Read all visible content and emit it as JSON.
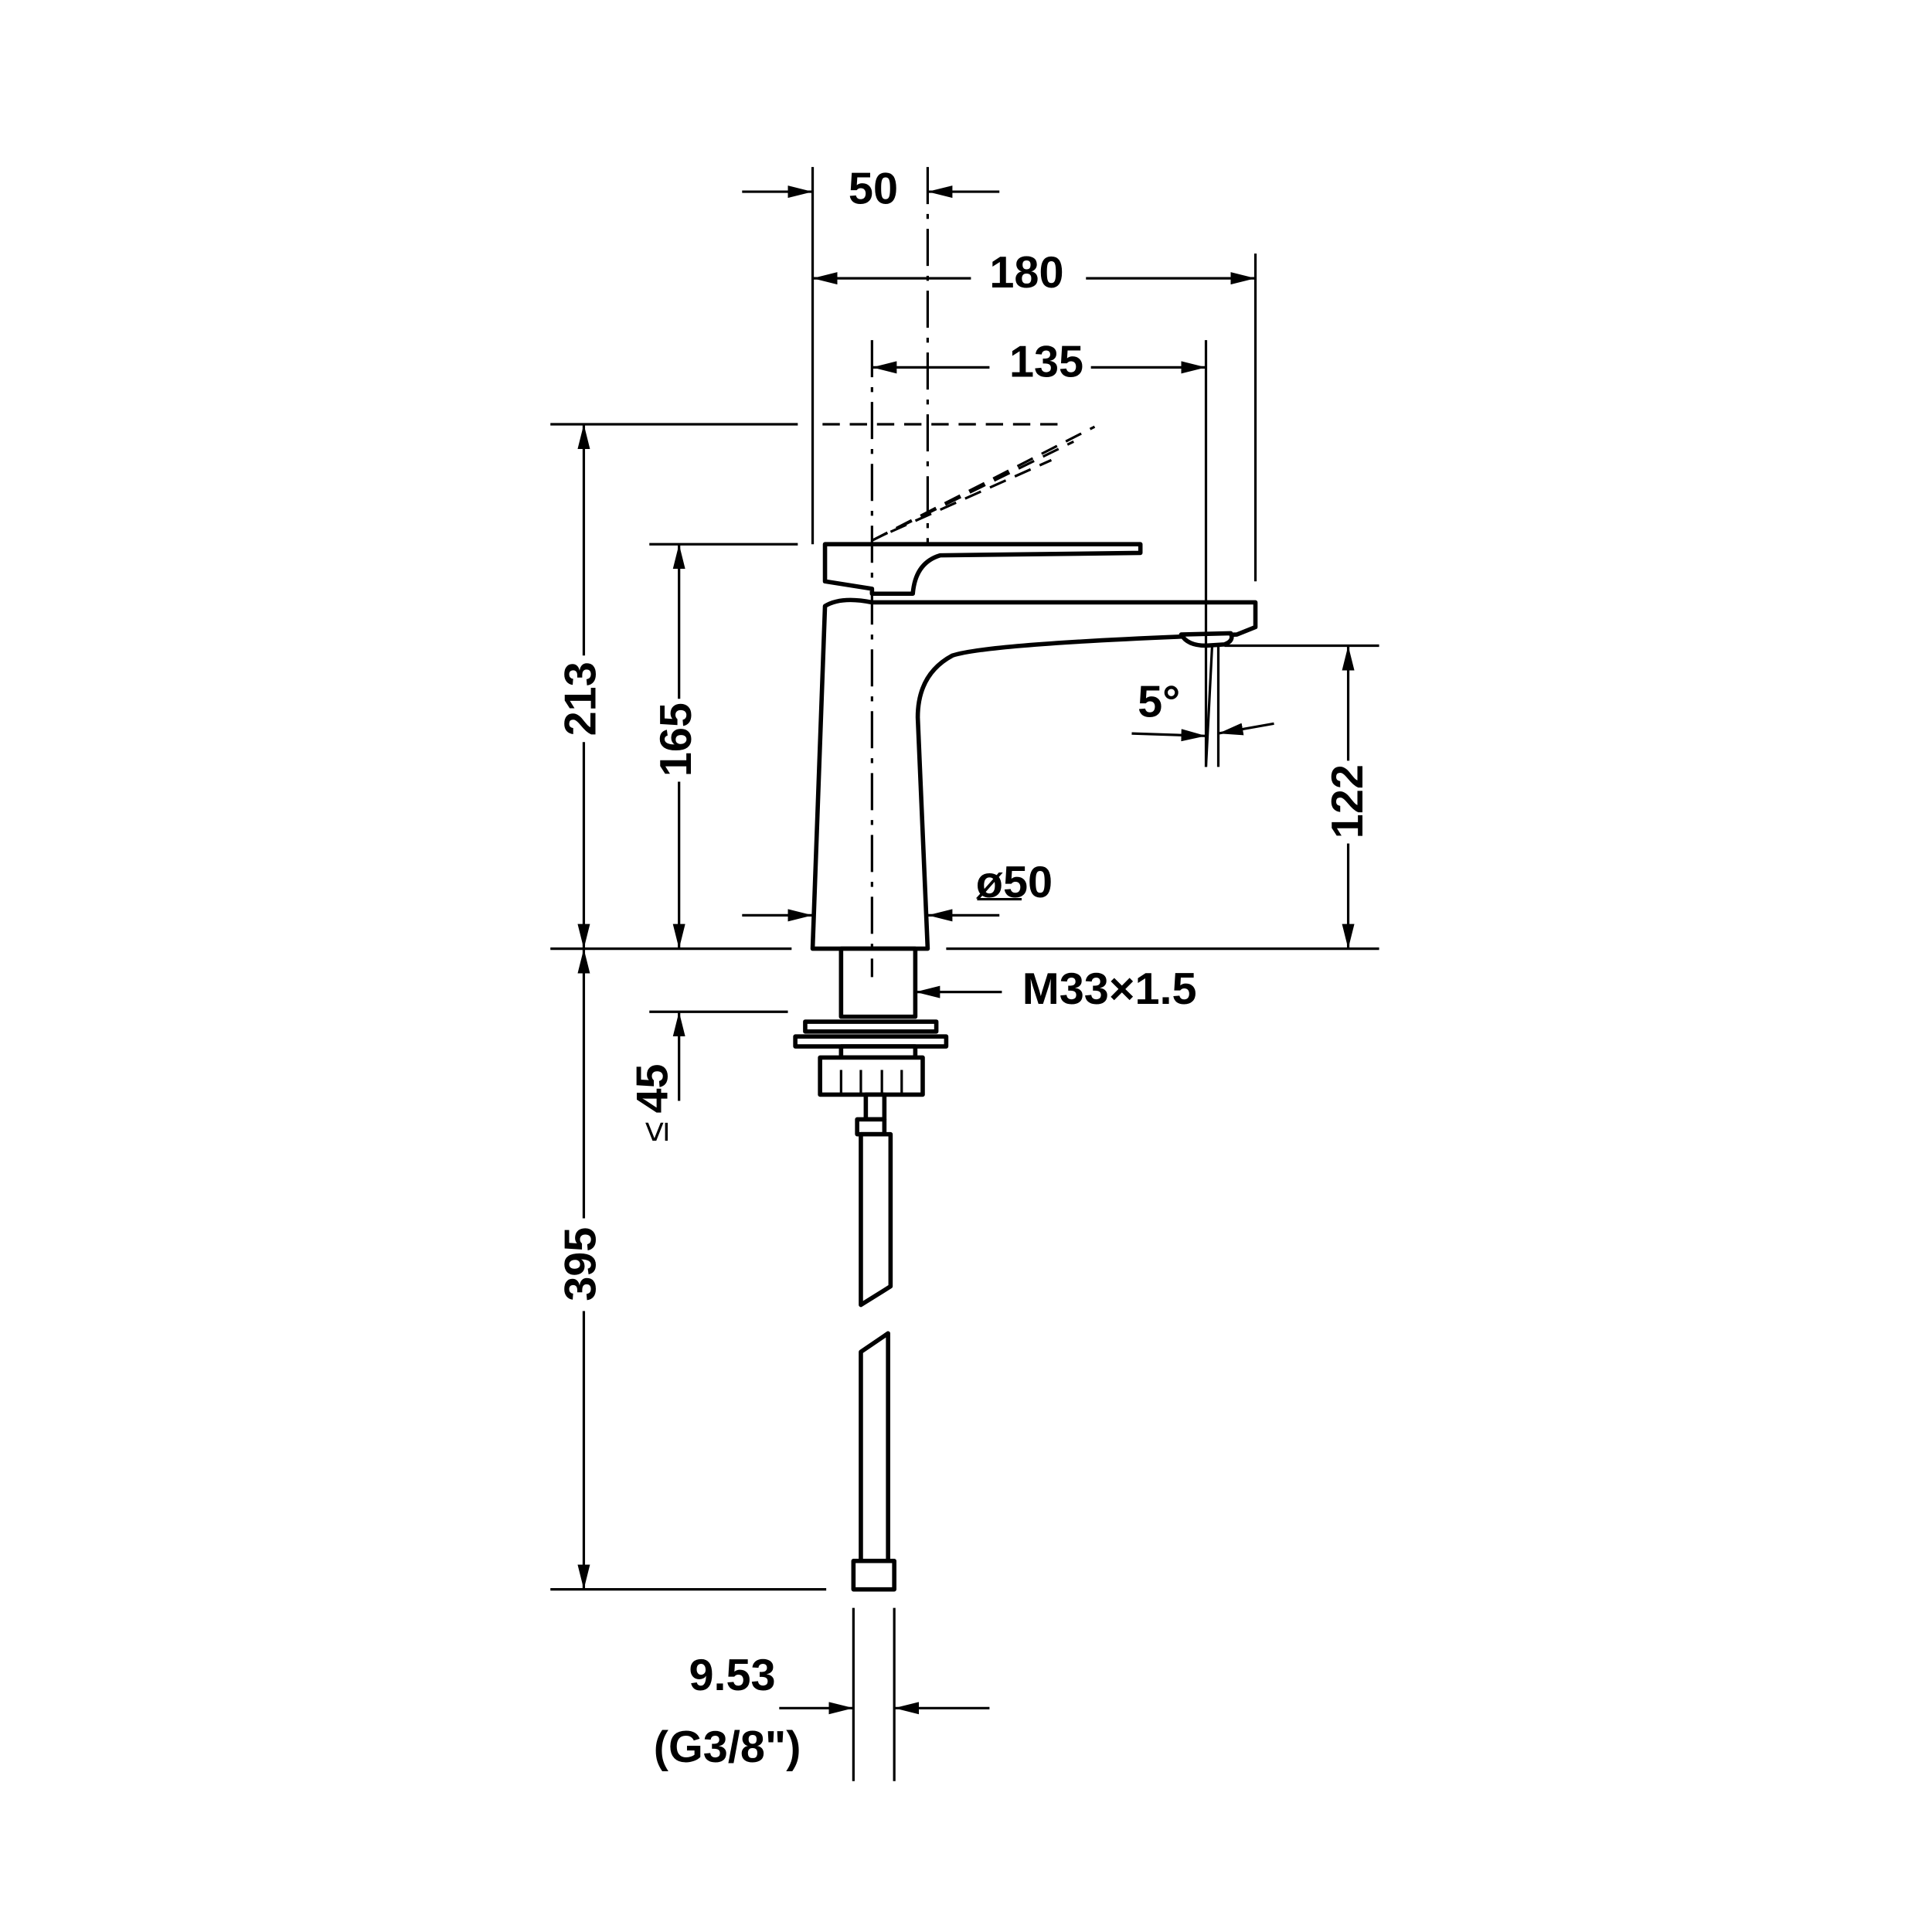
{
  "drawing": {
    "title": "Faucet dimension drawing",
    "dimensions": {
      "centre_offset": "50",
      "total_projection": "180",
      "spout_reach": "135",
      "total_height": "213",
      "body_height": "165",
      "spout_height": "122",
      "body_diameter": "ø50",
      "thread": "M33×1.5",
      "max_deck_thickness": "45",
      "max_symbol": "≤",
      "hose_length": "395",
      "hose_connection": "9.53",
      "hose_thread": "(G3/8\")",
      "jet_angle": "5°"
    }
  }
}
